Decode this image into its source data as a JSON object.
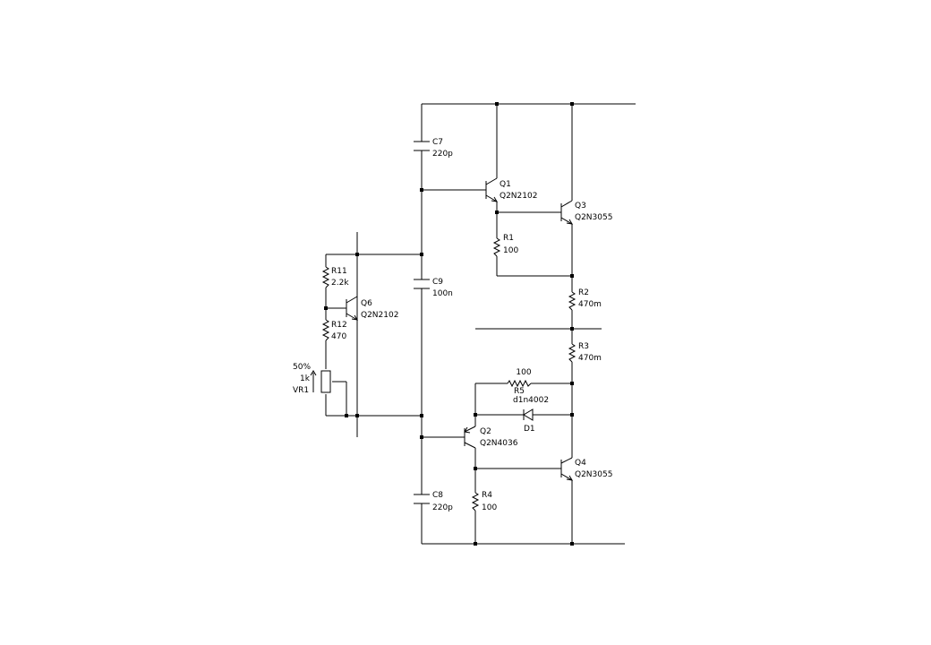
{
  "components": {
    "C7": {
      "ref": "C7",
      "value": "220p"
    },
    "C8": {
      "ref": "C8",
      "value": "220p"
    },
    "C9": {
      "ref": "C9",
      "value": "100n"
    },
    "Q1": {
      "ref": "Q1",
      "value": "Q2N2102"
    },
    "Q2": {
      "ref": "Q2",
      "value": "Q2N4036"
    },
    "Q3": {
      "ref": "Q3",
      "value": "Q2N3055"
    },
    "Q4": {
      "ref": "Q4",
      "value": "Q2N3055"
    },
    "Q6": {
      "ref": "Q6",
      "value": "Q2N2102"
    },
    "R1": {
      "ref": "R1",
      "value": "100"
    },
    "R2": {
      "ref": "R2",
      "value": "470m"
    },
    "R3": {
      "ref": "R3",
      "value": "470m"
    },
    "R4": {
      "ref": "R4",
      "value": "100"
    },
    "R5": {
      "ref": "R5",
      "value": "100"
    },
    "R11": {
      "ref": "R11",
      "value": "2.2k"
    },
    "R12": {
      "ref": "R12",
      "value": "470"
    },
    "D1": {
      "ref": "D1",
      "value": "d1n4002"
    },
    "VR1": {
      "ref": "VR1",
      "value": "1k",
      "setting": "50%"
    }
  }
}
